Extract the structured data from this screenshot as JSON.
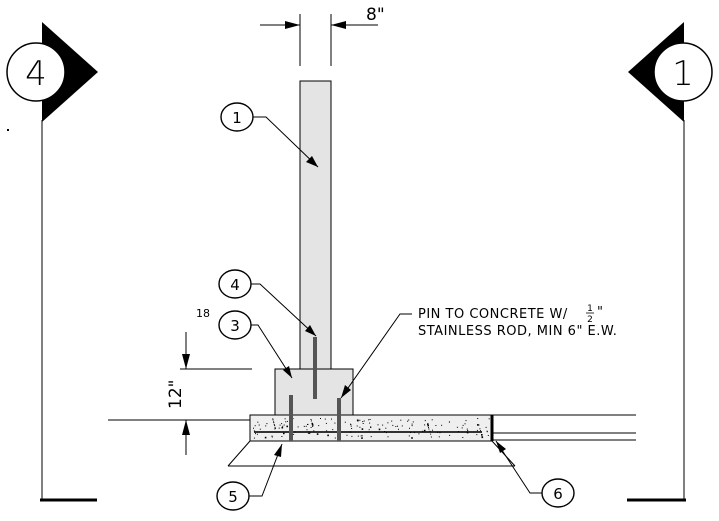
{
  "dimensions": {
    "wall_width": "8\"",
    "footing_height": "12\""
  },
  "section_markers": {
    "left": "4",
    "right": "1"
  },
  "callouts": {
    "c1": "1",
    "c3": "3",
    "c4": "4",
    "c5": "5",
    "c6": "6"
  },
  "loose_label": "18",
  "note": {
    "line1": "PIN TO CONCRETE W/ ",
    "fraction_num": "1",
    "fraction_den": "2",
    "line1_end": "\"",
    "line2": "STAINLESS ROD, MIN 6\" E.W."
  },
  "colors": {
    "concrete": "#e4e4e4",
    "rebar": "#555555",
    "line": "#000000"
  }
}
